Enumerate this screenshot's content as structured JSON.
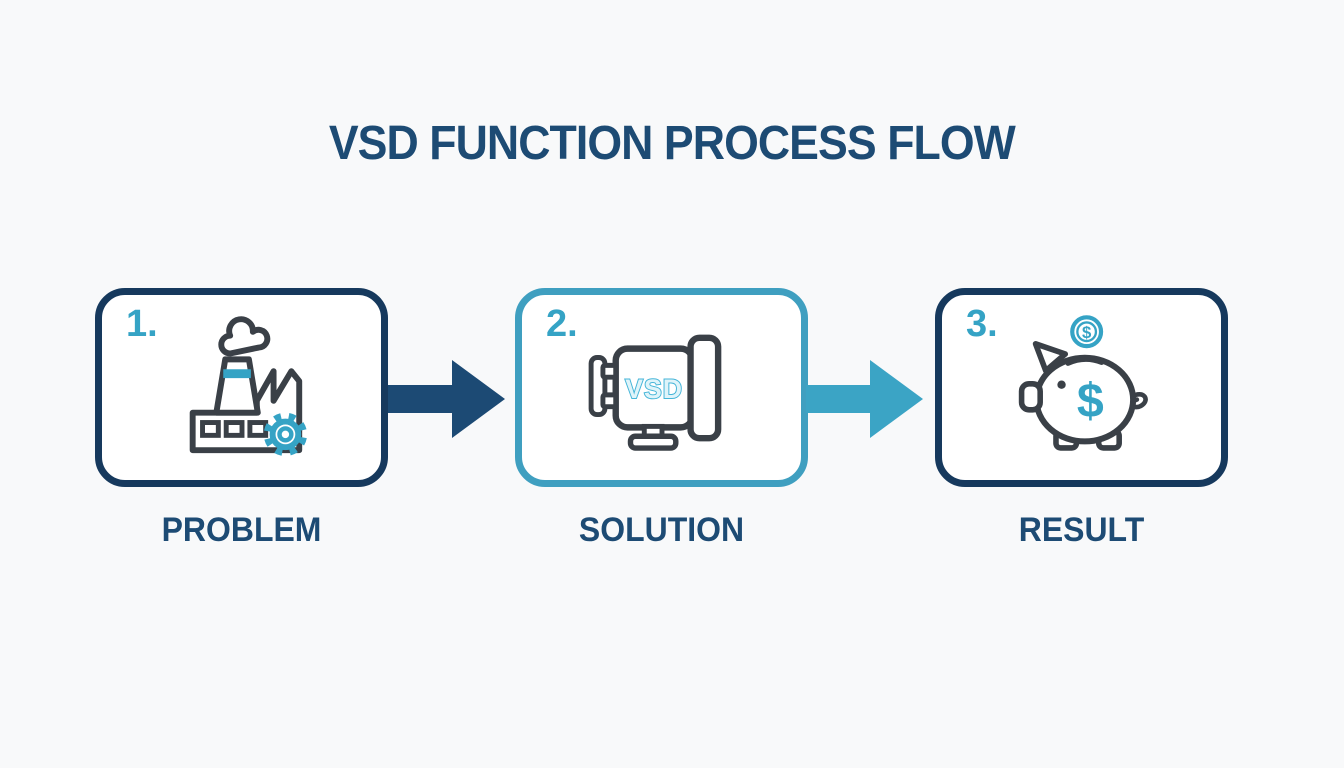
{
  "title": "VSD FUNCTION PROCESS FLOW",
  "steps": [
    {
      "number": "1.",
      "label": "PROBLEM",
      "icon": "factory-gear-icon"
    },
    {
      "number": "2.",
      "label": "SOLUTION",
      "icon": "vsd-motor-icon",
      "icon_text": "VSD"
    },
    {
      "number": "3.",
      "label": "RESULT",
      "icon": "piggy-bank-icon",
      "coin_symbol": "$",
      "savings_symbol": "$"
    }
  ],
  "arrows": [
    {
      "direction": "right",
      "color": "#1c4a74"
    },
    {
      "direction": "right",
      "color": "#3ba4c5"
    }
  ],
  "colors": {
    "navy": "#1d4b74",
    "border_navy": "#16395d",
    "box2_border": "#3f9fc0",
    "teal": "#35a3c5",
    "teal_light": "#45b5d8",
    "icon_ink": "#3a4047",
    "background": "#f8f9fa",
    "box_fill": "#ffffff"
  }
}
